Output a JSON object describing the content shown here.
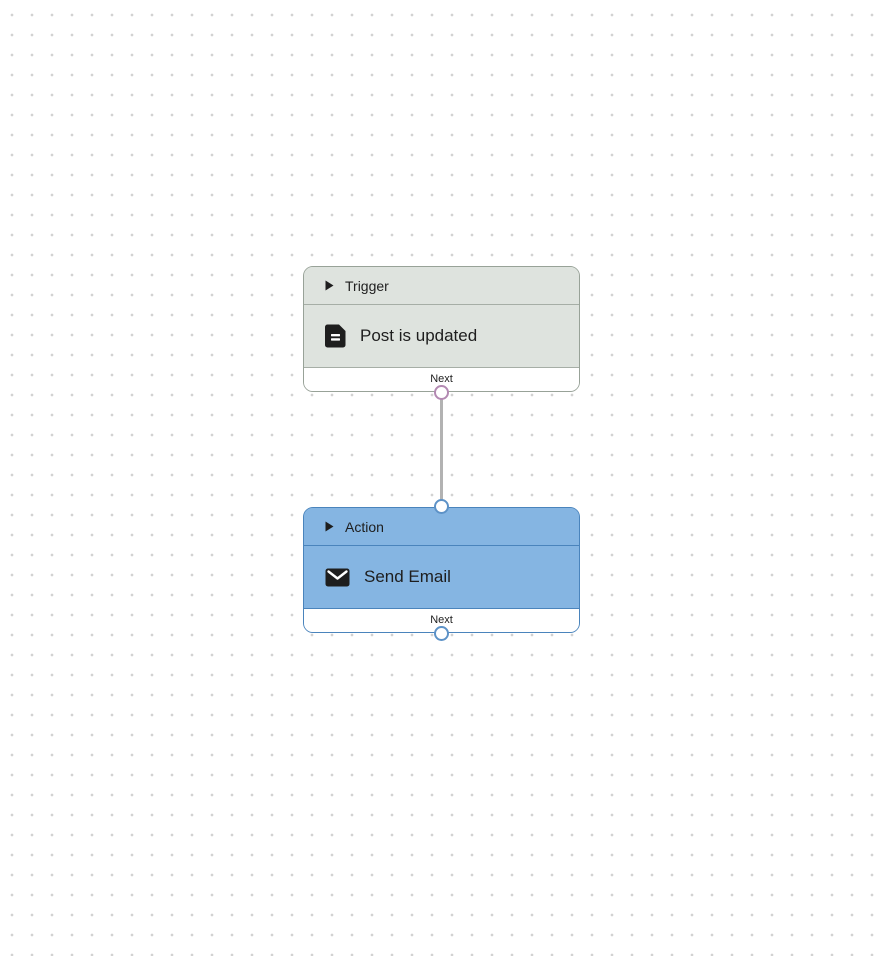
{
  "canvas": {
    "background": "#ffffff",
    "dot_color": "#d2d2d2",
    "connector_color": "#b2b2b2"
  },
  "nodes": [
    {
      "id": "trigger",
      "type_label": "Trigger",
      "title": "Post is updated",
      "footer_label": "Next",
      "icon": "post-document-icon",
      "disclosure_icon": "triangle-right-icon",
      "colors": {
        "fill": "#dee3de",
        "border": "#98a298",
        "separator": "#a6aea6",
        "output_port": "#b389b2",
        "text": "#1e1e1e",
        "footer_bg": "#ffffff"
      }
    },
    {
      "id": "action",
      "type_label": "Action",
      "title": "Send Email",
      "footer_label": "Next",
      "icon": "email-icon",
      "disclosure_icon": "triangle-right-icon",
      "colors": {
        "fill": "#85b5e2",
        "border": "#4a84bc",
        "separator": "#4a84bc",
        "input_port": "#5d92c7",
        "output_port": "#5d92c7",
        "text": "#1e1e1e",
        "footer_bg": "#ffffff"
      }
    }
  ]
}
